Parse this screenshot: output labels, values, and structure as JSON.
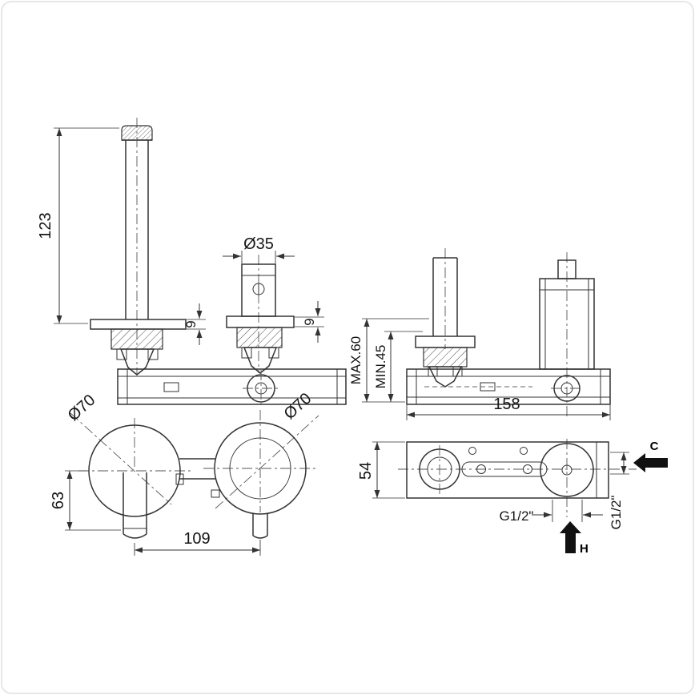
{
  "labels": {
    "dim_123": "123",
    "dim_d35": "Ø35",
    "dim_9_left": "9",
    "dim_9_right": "9",
    "dim_d70_left": "Ø70",
    "dim_d70_right": "Ø70",
    "dim_63": "63",
    "dim_109": "109",
    "dim_max60": "MAX.60",
    "dim_min45": "MIN.45",
    "dim_158": "158",
    "dim_54": "54",
    "dim_g12_bottom": "G1/2\"",
    "dim_g12_side": "G1/2\"",
    "cold": "C",
    "hot": "H"
  },
  "colors": {
    "background": "#ffffff",
    "line": "#333333",
    "centerline": "#555555",
    "text": "#151515",
    "border": "#e7e7e7"
  }
}
